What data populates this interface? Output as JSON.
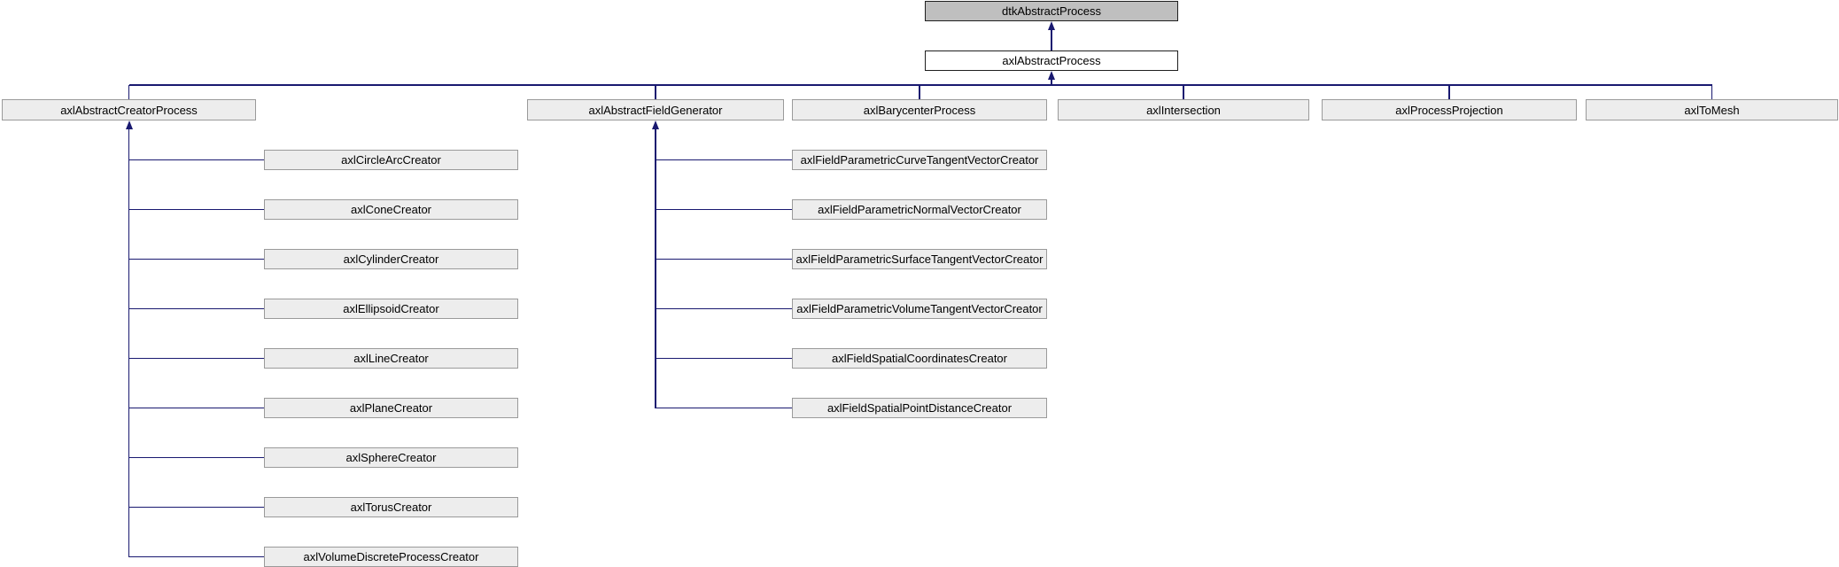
{
  "colors": {
    "edge": "#191970",
    "root_fill": "#bfbfbf",
    "root_border": "#1f1f1f",
    "base_fill": "#ffffff",
    "base_border": "#1f1f1f",
    "sub_fill": "#ededed",
    "sub_border": "#9a9a9a",
    "text": "#000000",
    "background": "#ffffff"
  },
  "diagram": {
    "root": {
      "label": "dtkAbstractProcess"
    },
    "base": {
      "label": "axlAbstractProcess"
    },
    "subclasses": [
      {
        "label": "axlAbstractCreatorProcess",
        "children": [
          "axlCircleArcCreator",
          "axlConeCreator",
          "axlCylinderCreator",
          "axlEllipsoidCreator",
          "axlLineCreator",
          "axlPlaneCreator",
          "axlSphereCreator",
          "axlTorusCreator",
          "axlVolumeDiscreteProcessCreator"
        ]
      },
      {
        "label": "axlAbstractFieldGenerator",
        "children": [
          "axlFieldParametricCurveTangentVectorCreator",
          "axlFieldParametricNormalVectorCreator",
          "axlFieldParametricSurfaceTangentVectorCreator",
          "axlFieldParametricVolumeTangentVectorCreator",
          "axlFieldSpatialCoordinatesCreator",
          "axlFieldSpatialPointDistanceCreator"
        ]
      },
      {
        "label": "axlBarycenterProcess",
        "children": []
      },
      {
        "label": "axlIntersection",
        "children": []
      },
      {
        "label": "axlProcessProjection",
        "children": []
      },
      {
        "label": "axlToMesh",
        "children": []
      }
    ]
  }
}
